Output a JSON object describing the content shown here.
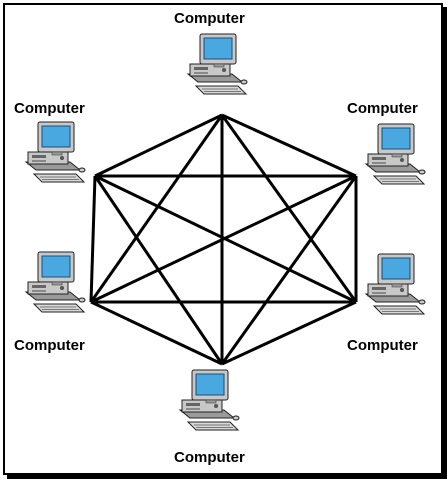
{
  "nodes": [
    {
      "id": "top",
      "label": "Computer",
      "icon": "desktop-computer-icon"
    },
    {
      "id": "upper-left",
      "label": "Computer",
      "icon": "desktop-computer-icon"
    },
    {
      "id": "upper-right",
      "label": "Computer",
      "icon": "desktop-computer-icon"
    },
    {
      "id": "lower-left",
      "label": "Computer",
      "icon": "desktop-computer-icon"
    },
    {
      "id": "lower-right",
      "label": "Computer",
      "icon": "desktop-computer-icon"
    },
    {
      "id": "bottom",
      "label": "Computer",
      "icon": "desktop-computer-icon"
    }
  ],
  "links": [
    [
      "top",
      "upper-left"
    ],
    [
      "top",
      "upper-right"
    ],
    [
      "top",
      "lower-left"
    ],
    [
      "top",
      "lower-right"
    ],
    [
      "top",
      "bottom"
    ],
    [
      "upper-left",
      "upper-right"
    ],
    [
      "upper-left",
      "lower-left"
    ],
    [
      "upper-left",
      "lower-right"
    ],
    [
      "upper-left",
      "bottom"
    ],
    [
      "upper-right",
      "lower-left"
    ],
    [
      "upper-right",
      "lower-right"
    ],
    [
      "upper-right",
      "bottom"
    ],
    [
      "lower-left",
      "lower-right"
    ],
    [
      "lower-left",
      "bottom"
    ],
    [
      "lower-right",
      "bottom"
    ]
  ],
  "colors": {
    "screen": "#4aa8e0",
    "case": "#c8c8c8",
    "line": "#000000"
  }
}
